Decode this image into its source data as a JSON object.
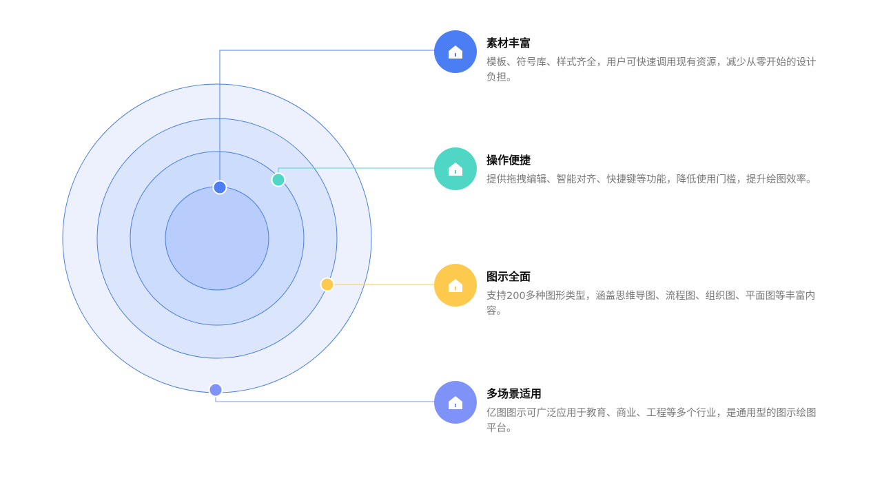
{
  "colors": {
    "ring_stroke": "#4a7de0",
    "ring_fills": [
      "#ecf1fd",
      "#dbe6fc",
      "#cbdcfc",
      "#b8cdfb"
    ],
    "blue": "#4a7ef2",
    "teal": "#4fd6c5",
    "yellow": "#fdca4e",
    "periwinkle": "#7f92f8"
  },
  "items": [
    {
      "title": "素材丰富",
      "desc": "模板、符号库、样式齐全，用户可快速调用现有资源，减少从零开始的设计负担。",
      "color": "#4a7ef2",
      "icon": "home-icon"
    },
    {
      "title": "操作便捷",
      "desc": "提供拖拽编辑、智能对齐、快捷键等功能，降低使用门槛，提升绘图效率。",
      "color": "#4fd6c5",
      "icon": "home-icon"
    },
    {
      "title": "图示全面",
      "desc": "支持200多种图形类型，涵盖思维导图、流程图、组织图、平面图等丰富内容。",
      "color": "#fdca4e",
      "icon": "home-icon"
    },
    {
      "title": "多场景适用",
      "desc": "亿图图示可广泛应用于教育、商业、工程等多个行业，是通用型的图示绘图平台。",
      "color": "#7f92f8",
      "icon": "home-icon"
    }
  ]
}
